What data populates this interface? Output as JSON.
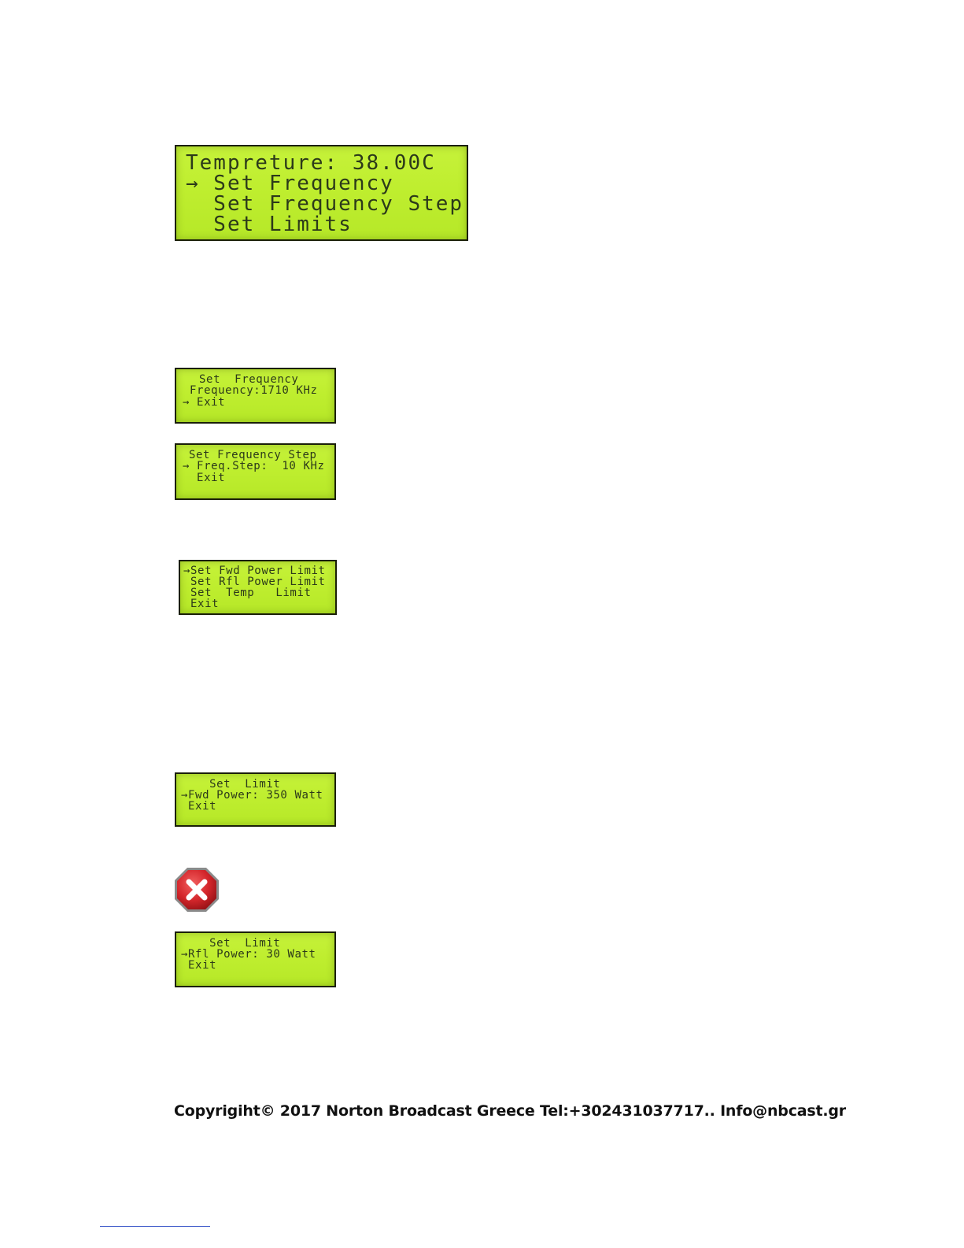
{
  "screens": {
    "main": {
      "lines": [
        "Tempreture: 38.00C",
        "→ Set Frequency",
        "  Set Frequency Step",
        "  Set Limits"
      ]
    },
    "set_frequency": {
      "lines": [
        " Set  Frequency",
        " Frequency:1710 KHz",
        "→ Exit"
      ]
    },
    "set_frequency_step": {
      "lines": [
        "Set Frequency Step",
        "→ Freq.Step:  10 KHz",
        "  Exit"
      ]
    },
    "set_limits_menu": {
      "lines": [
        "→Set Fwd Power Limit",
        " Set Rfl Power Limit",
        " Set  Temp   Limit",
        " Exit"
      ]
    },
    "set_limit_fwd": {
      "lines": [
        "    Set  Limit",
        "→Fwd Power: 350 Watt",
        " Exit"
      ]
    },
    "set_limit_rfl": {
      "lines": [
        "    Set  Limit",
        "→Rfl Power: 30 Watt",
        " Exit"
      ]
    }
  },
  "icons": {
    "error": "close-x-icon",
    "error_color": "#d4262b"
  },
  "lcd_colors": {
    "background": "#c2ef33",
    "text": "#2c3a1a",
    "border": "#1a1f08"
  },
  "footer": {
    "text": "Copyrigiht© 2017 Norton Broadcast Greece Tel:+302431037717.. Info@nbcast.gr"
  }
}
